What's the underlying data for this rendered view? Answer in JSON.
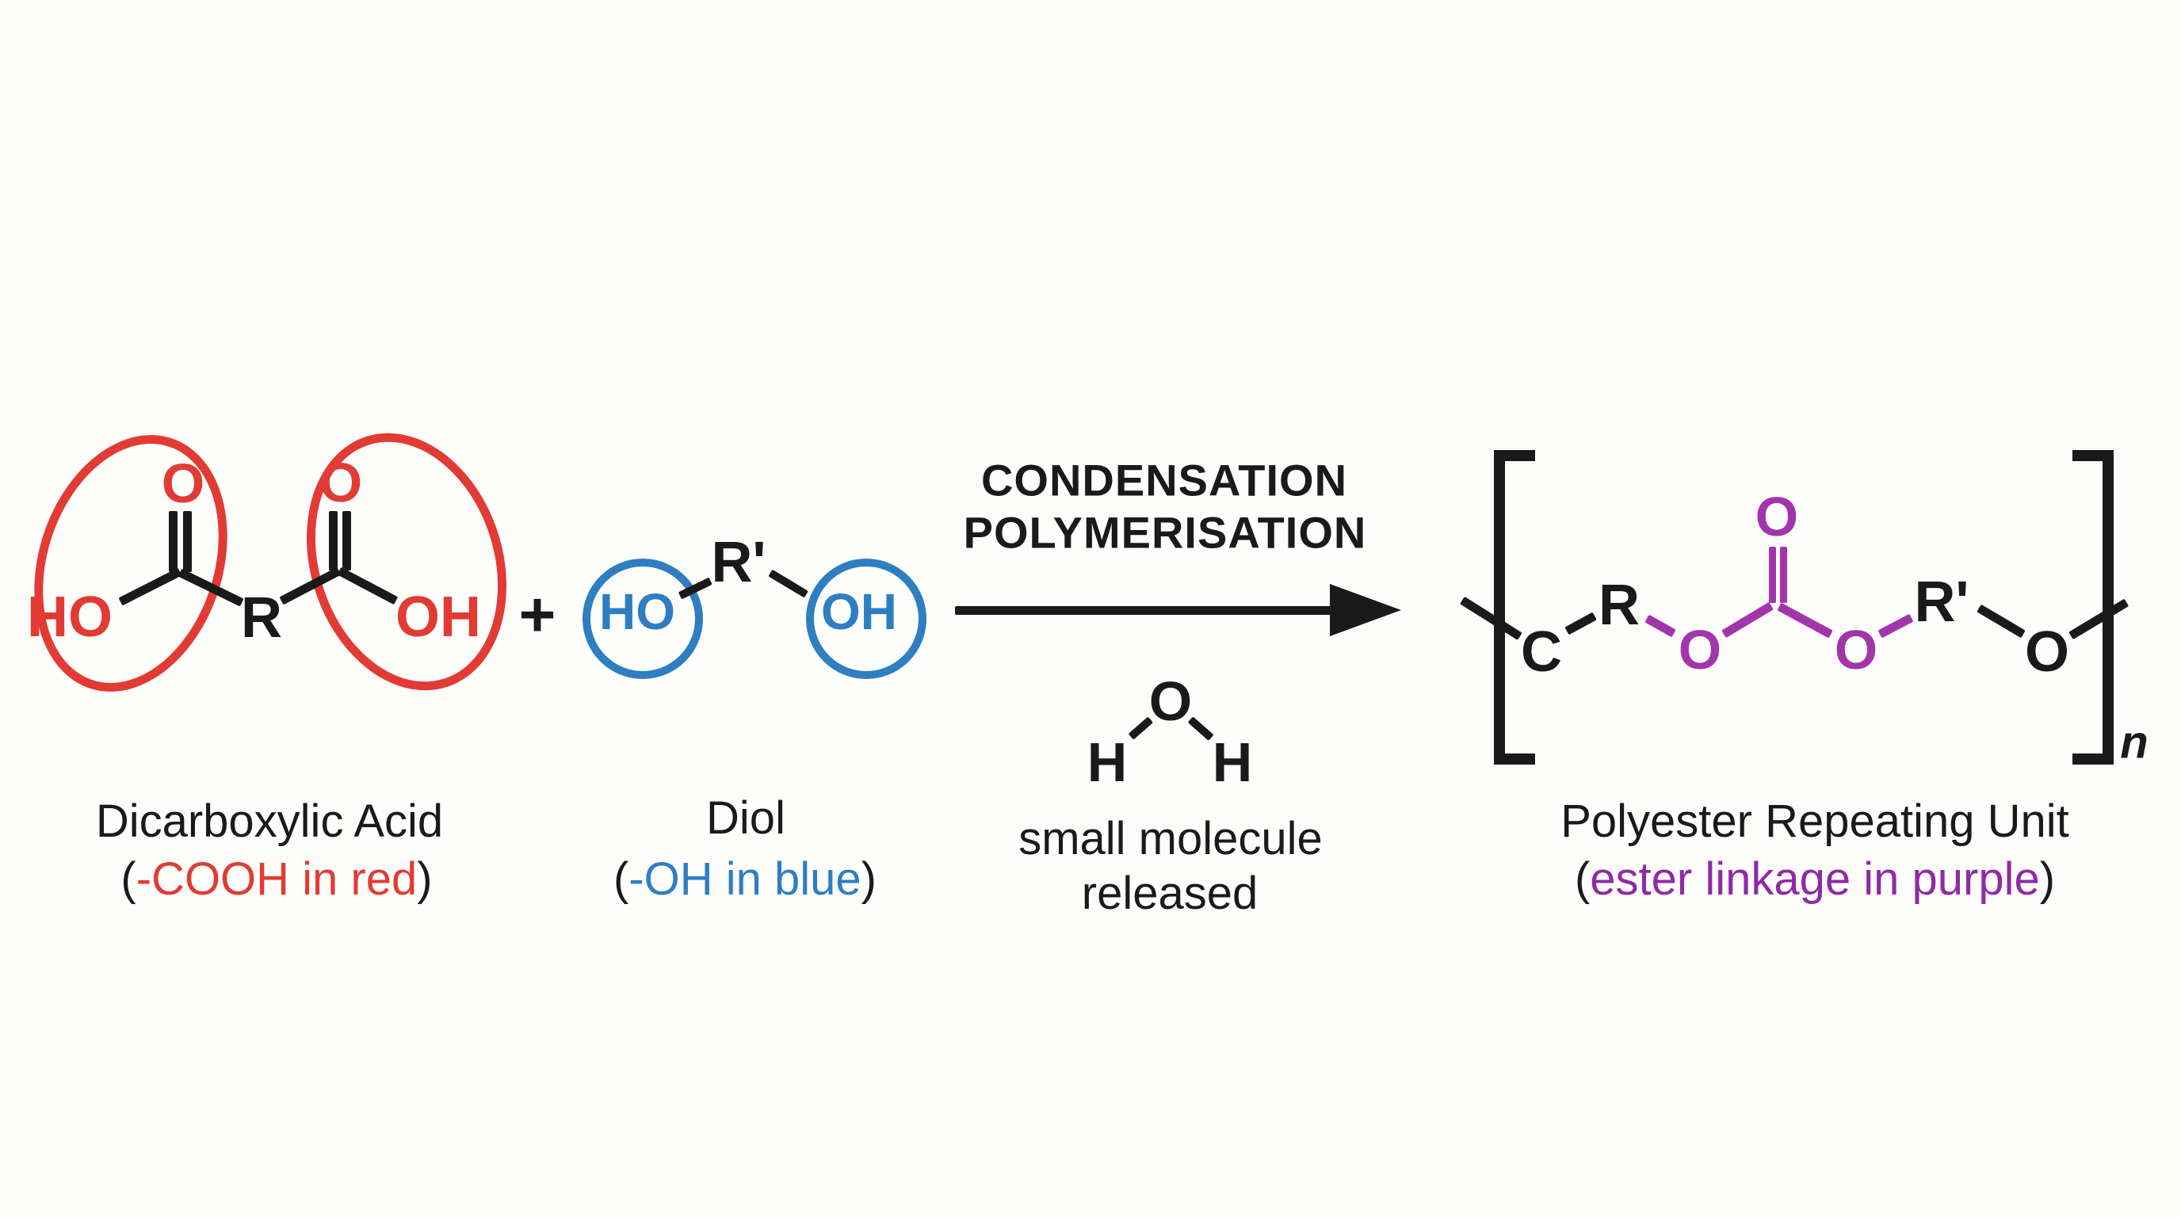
{
  "colors": {
    "structure_red": "#e23b33",
    "structure_blue": "#2e7ec2",
    "structure_purple": "#a335ac",
    "ink_black": "#1a1a1a",
    "background": "#fdfdfb"
  },
  "acid": {
    "o_carbonyl_left": "O",
    "o_carbonyl_right": "O",
    "ho": "HO",
    "r": "R",
    "oh": "OH",
    "caption": "Dicarboxylic Acid",
    "paren_open": "(",
    "caption_red": "-COOH in red",
    "paren_close": ")"
  },
  "plus": "+",
  "diol": {
    "ho": "HO",
    "r_prime": "R'",
    "oh": "OH",
    "caption": "Diol",
    "paren_open": "(",
    "caption_blue": "-OH in blue",
    "paren_close": ")"
  },
  "reaction": {
    "line1": "CONDENSATION",
    "line2": "POLYMERISATION"
  },
  "water": {
    "o": "O",
    "h_left": "H",
    "h_right": "H",
    "caption_line1": "small molecule",
    "caption_line2": "released"
  },
  "product": {
    "c": "C",
    "r": "R",
    "o_ester_left": "O",
    "o_carbonyl": "O",
    "o_ester_right": "O",
    "r_prime": "R'",
    "o_chain": "O",
    "n": "n",
    "caption": "Polyester Repeating Unit",
    "paren_open": "(",
    "caption_purple": "ester linkage in purple",
    "paren_close": ")"
  }
}
